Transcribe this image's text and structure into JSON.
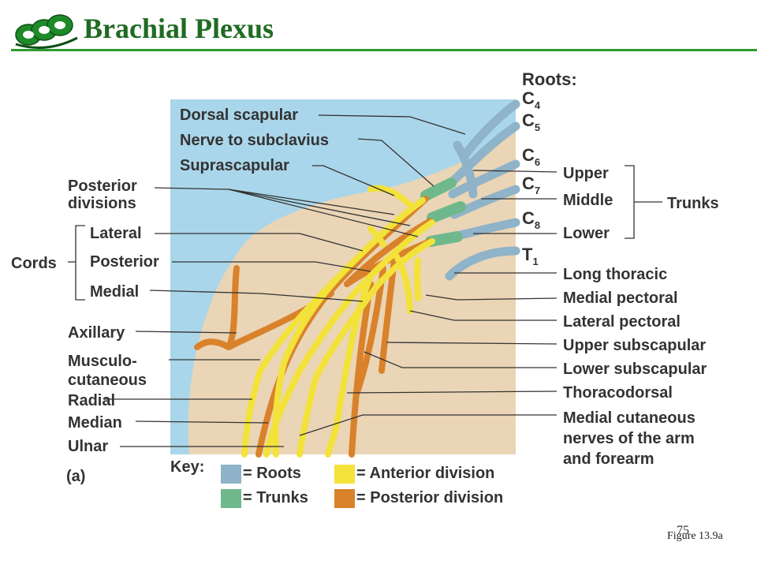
{
  "title": "Brachial Plexus",
  "roots": {
    "heading": "Roots:",
    "items": [
      {
        "letter": "C",
        "sub": "4"
      },
      {
        "letter": "C",
        "sub": "5"
      },
      {
        "letter": "C",
        "sub": "6"
      },
      {
        "letter": "C",
        "sub": "7"
      },
      {
        "letter": "C",
        "sub": "8"
      },
      {
        "letter": "T",
        "sub": "1"
      }
    ]
  },
  "left_labels": {
    "dorsal_scapular": "Dorsal scapular",
    "nerve_to_subclavius": "Nerve to subclavius",
    "suprascapular": "Suprascapular",
    "posterior_divisions_1": "Posterior",
    "posterior_divisions_2": "divisions",
    "cords": "Cords",
    "lateral": "Lateral",
    "posterior": "Posterior",
    "medial": "Medial",
    "axillary": "Axillary",
    "musculocutaneous_1": "Musculo-",
    "musculocutaneous_2": "cutaneous",
    "radial": "Radial",
    "median": "Median",
    "ulnar": "Ulnar",
    "panel": "(a)"
  },
  "right_labels": {
    "upper": "Upper",
    "middle": "Middle",
    "lower": "Lower",
    "trunks": "Trunks",
    "long_thoracic": "Long thoracic",
    "medial_pectoral": "Medial pectoral",
    "lateral_pectoral": "Lateral pectoral",
    "upper_subscapular": "Upper subscapular",
    "lower_subscapular": "Lower subscapular",
    "thoracodorsal": "Thoracodorsal",
    "medial_cutaneous_1": "Medial cutaneous",
    "medial_cutaneous_2": "nerves of the arm",
    "medial_cutaneous_3": "and forearm"
  },
  "key": {
    "title": "Key:",
    "roots": "= Roots",
    "trunks": "= Trunks",
    "anterior": "= Anterior division",
    "posterior": "= Posterior division"
  },
  "colors": {
    "title": "#1f6b22",
    "rule": "#2f9a2f",
    "background_blue": "#a9d6ea",
    "skin": "#ead5b6",
    "roots": "#8fb3c8",
    "trunks": "#6fb88c",
    "anterior": "#f2e23a",
    "posterior": "#d9822b"
  },
  "page_number": "75",
  "figure_caption": "Figure 13.9a"
}
